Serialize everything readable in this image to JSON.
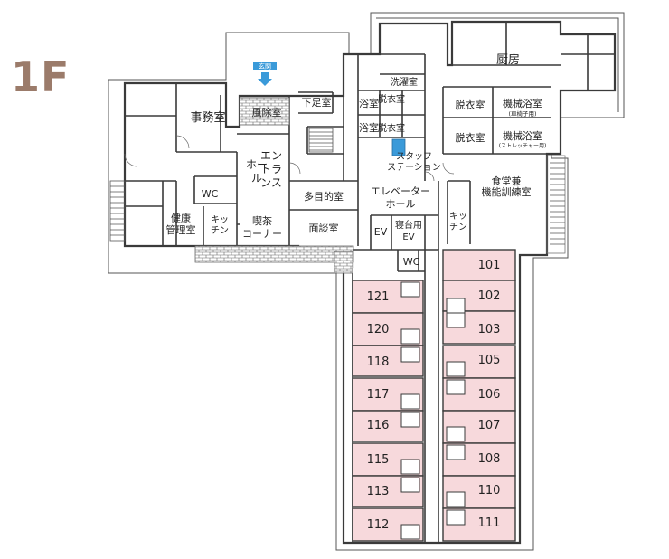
{
  "floor": "1F",
  "entrance_tag": "玄関",
  "colors": {
    "resident_room": "#f7d9dc",
    "wall": "#3a3a3a",
    "accent_blue": "#3a9ad9",
    "floor_label": "#9b7b6a"
  },
  "rooms": {
    "office": "事務室",
    "windbreak": "風除室",
    "shoe": "下足室",
    "kitchen_main": "厨房",
    "laundry": "洗濯室",
    "bath1": "浴室",
    "bath2": "浴室",
    "dress1": "脱衣室",
    "dress2": "脱衣室",
    "dress3": "脱衣室",
    "dress4": "脱衣室",
    "mech_bath1": "機械浴室",
    "mech_bath1_sub": "(車椅子用)",
    "mech_bath2": "機械浴室",
    "mech_bath2_sub": "(ストレッチャー用)",
    "staff_station": [
      "スタッフ",
      "ステーション"
    ],
    "entrance_hall": [
      "エン",
      "トラ",
      "ンス",
      "ホー",
      "ル"
    ],
    "wc1": "WC",
    "wc2": "WC",
    "multi_purpose": "多目的室",
    "interview": "面談室",
    "elevator_hall": [
      "エレベーター",
      "ホール"
    ],
    "dining": [
      "食堂兼",
      "機能訓練室"
    ],
    "health": [
      "健康",
      "管理室"
    ],
    "kitchen_small": [
      "キッ",
      "チン"
    ],
    "kitchen_right": [
      "キッ",
      "チン"
    ],
    "cafe": [
      "喫茶",
      "コーナー"
    ],
    "ev": "EV",
    "bed_ev": [
      "寝台用",
      "EV"
    ]
  },
  "resident_rooms_left": [
    "121",
    "120",
    "118",
    "117",
    "116",
    "115",
    "113",
    "112"
  ],
  "resident_rooms_right": [
    "101",
    "102",
    "103",
    "105",
    "106",
    "107",
    "108",
    "110",
    "111"
  ]
}
